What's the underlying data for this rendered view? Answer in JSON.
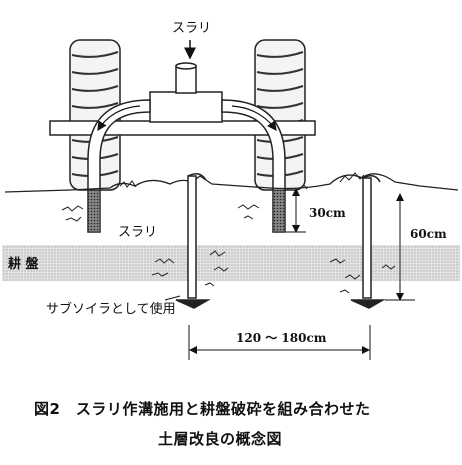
{
  "labels": {
    "slurry_top": "スラリ",
    "slurry_side": "スラリ",
    "hardpan": "耕 盤",
    "subsoiler": "サブソイラとして使用",
    "depth_30": "30cm",
    "depth_60": "60cm",
    "spacing": "120 ～ 180cm"
  },
  "caption": {
    "line1": "図2　スラリ作溝施用と耕盤破砕を組み合わせた",
    "line2": "土層改良の概念図"
  }
}
